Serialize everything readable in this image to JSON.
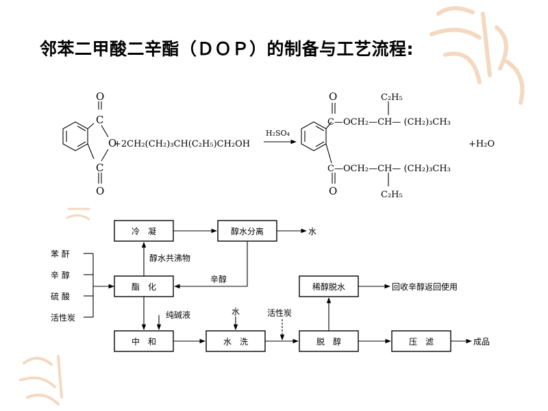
{
  "title": "邻苯二甲酸二辛酯（ＤＯＰ）的制备与工艺流程:",
  "reaction": {
    "anhydride_O_top": "O",
    "anhydride_C_top": "C",
    "anhydride_O_ring": "O",
    "anhydride_C_bottom": "C",
    "anhydride_O_bottom": "O",
    "reagent": "+2CH₂(CH₂)₃CH(C₂H₅)CH₂OH",
    "catalyst": "H₂SO₄",
    "prod_O_top": "O",
    "prod_O_bottom": "O",
    "ester_top": "C—OCH₂—CH— (CH₂)₃CH₃",
    "ester_bottom": "C—OCH₂—CH— (CH₂)₃CH₃",
    "ethyl_top": "C₂H₅",
    "ethyl_bottom": "C₂H₅",
    "water": "+H₂O"
  },
  "flow": {
    "inputs": [
      "苯 酐",
      "辛 醇",
      "硫 酸",
      "活性炭"
    ],
    "boxes": {
      "condense": "冷　凝",
      "separate": "醇水分离",
      "esterify": "酯　化",
      "dealc_dehydrate": "稀醇脱水",
      "neutralize": "中　和",
      "wash": "水　洗",
      "dealcoholize": "脱　醇",
      "filter": "压　滤"
    },
    "labels": {
      "water_out": "水",
      "azeotrope": "醇水共沸物",
      "octanol": "辛醇",
      "recycle": "回收辛醇返回使用",
      "soda": "纯碱液",
      "water_in": "水",
      "carbon": "活性炭",
      "product": "成品"
    }
  },
  "decor_color": "#f4d8c0"
}
